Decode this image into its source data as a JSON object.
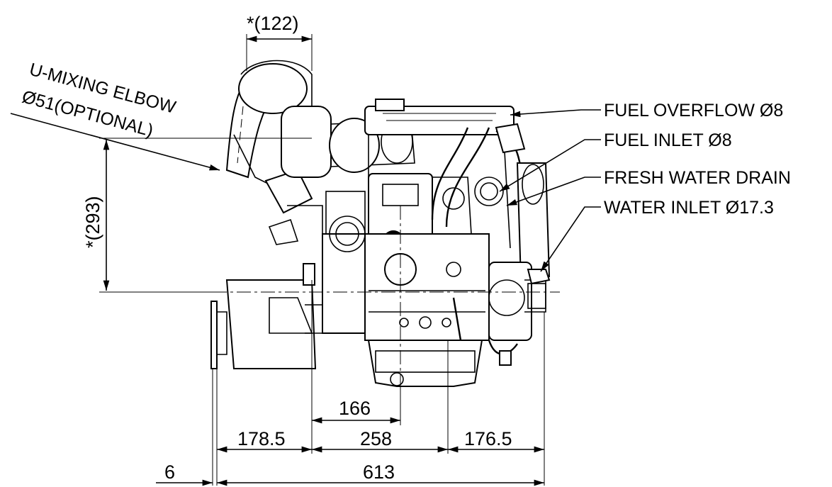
{
  "dimensions": {
    "exhaust_width": "*(122)",
    "exhaust_height": "*(293)",
    "center_offset": "166",
    "left_section": "178.5",
    "center_section": "258",
    "right_section": "176.5",
    "flange": "6",
    "overall_width": "613"
  },
  "labels": {
    "elbow_line1": "U-MIXING ELBOW",
    "elbow_line2": "Ø51(OPTIONAL)",
    "fuel_overflow": "FUEL OVERFLOW Ø8",
    "fuel_inlet": "FUEL INLET Ø8",
    "fresh_water_drain": "FRESH WATER DRAIN",
    "water_inlet": "WATER INLET Ø17.3"
  },
  "colors": {
    "line": "#000000",
    "background": "#ffffff"
  }
}
